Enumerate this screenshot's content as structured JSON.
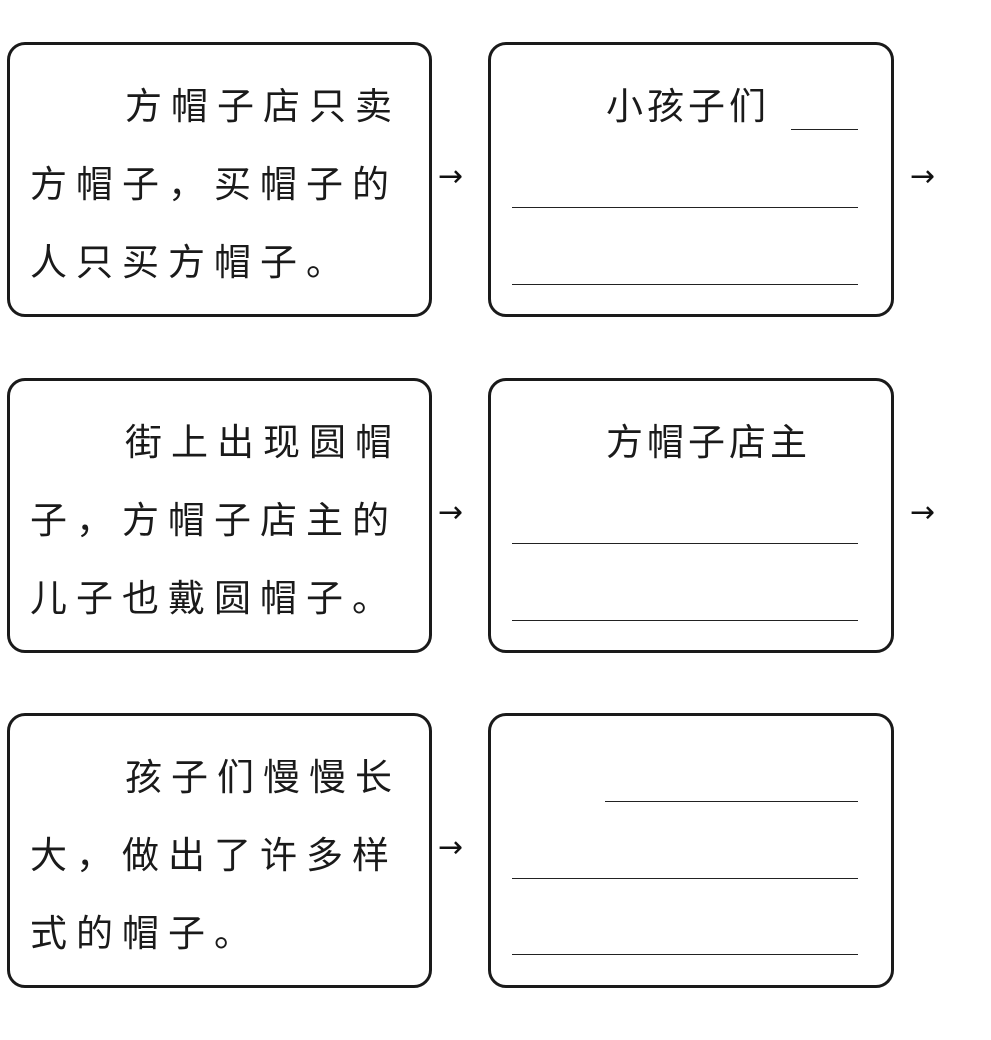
{
  "rows": [
    {
      "left_text": [
        "方帽子店只卖",
        "方帽子，买帽子的",
        "人只买方帽子。"
      ],
      "right_text": "小孩子们",
      "arrow": "→",
      "next_arrow": "→"
    },
    {
      "left_text": [
        "街上出现圆帽",
        "子，方帽子店主的",
        "儿子也戴圆帽子。"
      ],
      "right_text": "方帽子店主",
      "arrow": "→",
      "next_arrow": "→"
    },
    {
      "left_text": [
        "孩子们慢慢长",
        "大，做出了许多样",
        "式的帽子。"
      ],
      "right_text": "",
      "arrow": "→"
    }
  ]
}
